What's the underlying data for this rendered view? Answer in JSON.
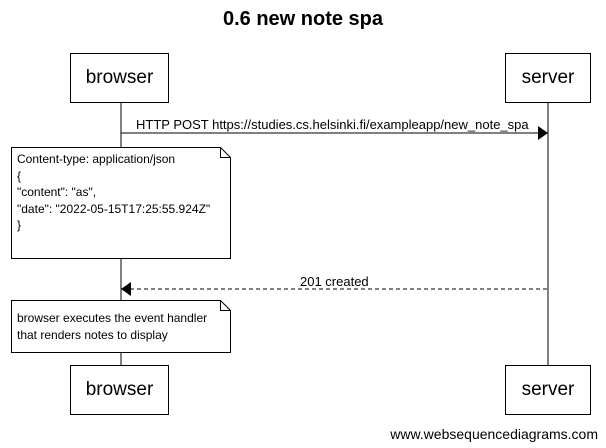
{
  "diagram": {
    "title": "0.6 new note spa",
    "participants": {
      "browser": "browser",
      "server": "server"
    },
    "messages": [
      {
        "from": "browser",
        "to": "server",
        "style": "solid",
        "label": "HTTP POST https://studies.cs.helsinki.fi/exampleapp/new_note_spa"
      },
      {
        "from": "server",
        "to": "browser",
        "style": "dashed",
        "label": "201 created"
      }
    ],
    "notes": [
      {
        "over": "browser",
        "lines": [
          "Content-type: application/json",
          "{",
          "\"content\": \"as\",",
          "\"date\": \"2022-05-15T17:25:55.924Z\"",
          "}"
        ]
      },
      {
        "over": "browser",
        "lines": [
          "browser executes the event handler",
          "that renders notes to display"
        ]
      }
    ]
  },
  "footer": {
    "watermark": "www.websequencediagrams.com"
  }
}
